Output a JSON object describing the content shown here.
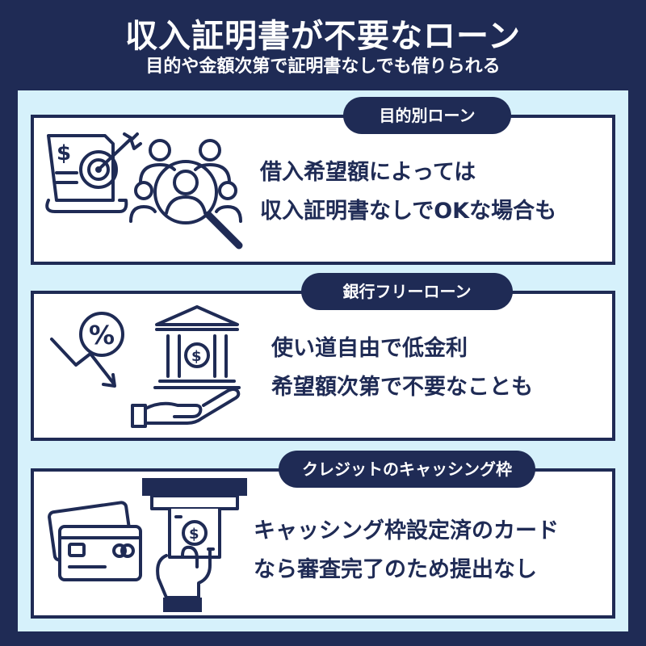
{
  "header": {
    "title": "収入証明書が不要なローン",
    "subtitle": "目的や金額次第で証明書なしでも借りられる"
  },
  "cards": [
    {
      "label": "目的別ローン",
      "line1": "借入希望額によっては",
      "line2": "収入証明書なしでOKな場合も"
    },
    {
      "label": "銀行フリーローン",
      "line1": "使い道自由で低金利",
      "line2": "希望額次第で不要なことも"
    },
    {
      "label": "クレジットのキャッシング枠",
      "line1": "キャッシング枠設定済のカード",
      "line2": "なら審査完了のため提出なし"
    }
  ],
  "colors": {
    "navy": "#1f2b55",
    "panel": "#d6f1fb",
    "card": "#ffffff"
  }
}
